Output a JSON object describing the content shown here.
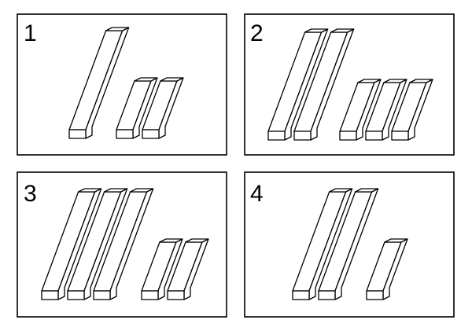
{
  "panels": [
    {
      "label": "1",
      "tens": 1,
      "ones": 2
    },
    {
      "label": "2",
      "tens": 2,
      "ones": 3
    },
    {
      "label": "3",
      "tens": 3,
      "ones": 2
    },
    {
      "label": "4",
      "tens": 2,
      "ones": 1
    }
  ]
}
